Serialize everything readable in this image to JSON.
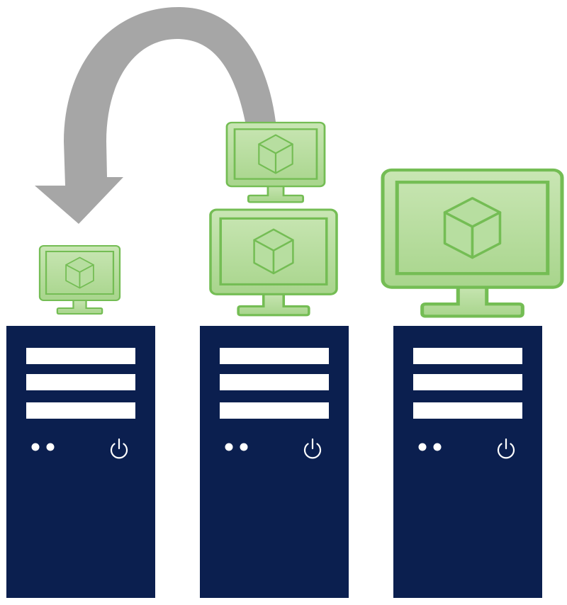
{
  "colors": {
    "server_navy": "#0b1f4f",
    "vm_fill_light": "#c9e6b4",
    "vm_fill_dark": "#a8d58c",
    "vm_border": "#74bd54",
    "cube_fill": "#b7dea0",
    "arrow_gray": "#a6a6a6",
    "background": "#ffffff"
  },
  "icons": {
    "server": "server-tower-icon",
    "virtual_machine": "virtual-machine-monitor-icon",
    "cube": "cube-icon",
    "power": "power-icon",
    "migration_arrow": "curved-arrow-icon"
  },
  "scene": {
    "servers": [
      {
        "id": "server-1",
        "vm_count": 1
      },
      {
        "id": "server-2",
        "vm_count": 2
      },
      {
        "id": "server-3",
        "vm_count": 1
      }
    ],
    "migration": {
      "from": "server-2",
      "to": "server-1"
    }
  }
}
